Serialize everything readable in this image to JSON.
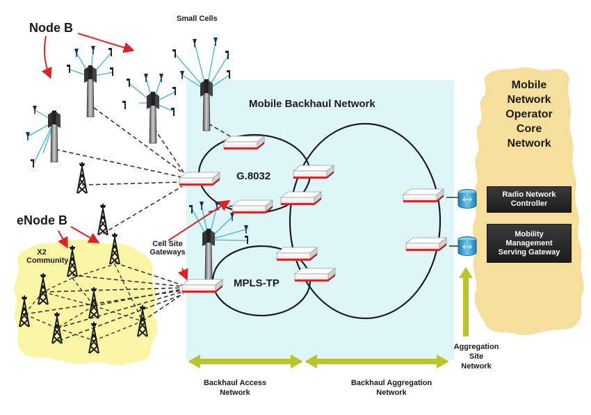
{
  "labels": {
    "node_b": "Node B",
    "small_cells": "Small Cells",
    "mobile_backhaul_network": "Mobile Backhaul Network",
    "g8032": "G.8032",
    "mpls_tp": "MPLS-TP",
    "enode_b": "eNode B",
    "x2_community": [
      "X2",
      "Community"
    ],
    "cell_site_gateways": [
      "Cell Site",
      "Gateways"
    ],
    "core_network": [
      "Mobile",
      "Network",
      "Operator",
      "Core",
      "Network"
    ],
    "radio_network_controller": [
      "Radio Network",
      "Controller"
    ],
    "mobility_management": [
      "Mobility",
      "Management",
      "Serving Gateway"
    ],
    "aggregation_site_network": [
      "Aggregation",
      "Site",
      "Network"
    ],
    "backhaul_access_network": [
      "Backhaul Access",
      "Network"
    ],
    "backhaul_aggregation_network": [
      "Backhaul Aggregation",
      "Network"
    ]
  },
  "colors": {
    "backhaul_area": "#dff6f8",
    "core_cloud": "#f6df9c",
    "x2_cloud": "#fbf6a6",
    "arrow_red": "#e02222",
    "arrow_green": "#b8c62c",
    "device_red": "#d9282a",
    "antenna_link": "#39b6d8",
    "controller_blue": "#2e9fd0"
  },
  "icons": [
    "node-b-tower-icon",
    "small-cell-antenna-icon",
    "enode-b-tower-icon",
    "cell-site-gateway-icon",
    "database-controller-icon"
  ]
}
